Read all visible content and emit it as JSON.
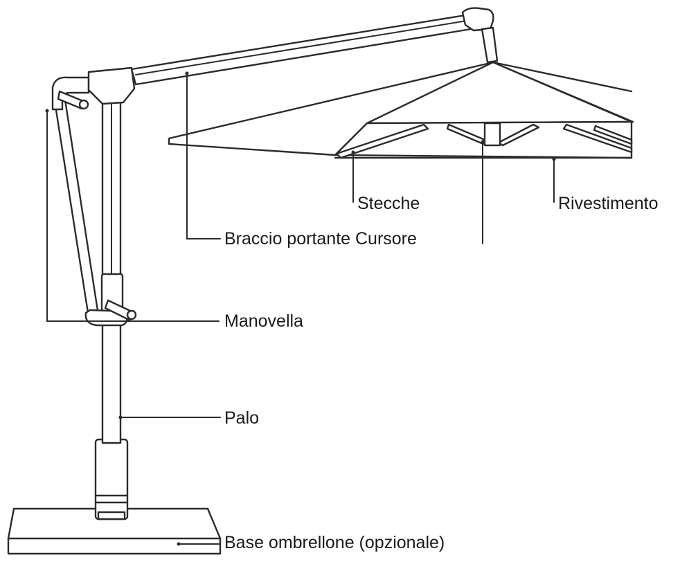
{
  "labels": {
    "stecche": "Stecche",
    "rivestimento": "Rivestimento",
    "braccio_cursore": "Braccio portante Cursore",
    "manovella": "Manovella",
    "palo": "Palo",
    "base": "Base ombrellone (opzionale)"
  }
}
